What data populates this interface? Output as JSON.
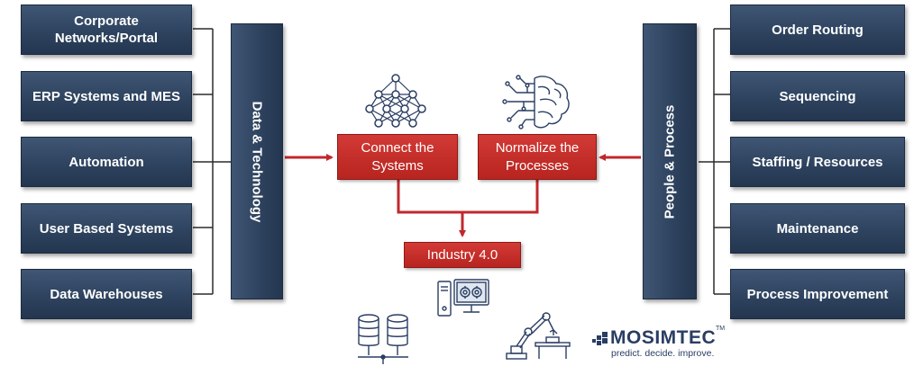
{
  "left_boxes": [
    "Corporate Networks/Portal",
    "ERP Systems and MES",
    "Automation",
    "User Based Systems",
    "Data Warehouses"
  ],
  "right_boxes": [
    "Order Routing",
    "Sequencing",
    "Staffing / Resources",
    "Maintenance",
    "Process Improvement"
  ],
  "left_bar_label": "Data & Technology",
  "right_bar_label": "People & Process",
  "connect_label": "Connect the Systems",
  "normalize_label": "Normalize the Processes",
  "industry_label": "Industry 4.0",
  "logo": {
    "name": "MOSIMTEC",
    "tagline": "predict. decide. improve.",
    "tm": "TM"
  },
  "colors": {
    "navy": "#2e435f",
    "red": "#c0282c",
    "icon_line": "#2a3d63"
  },
  "icons": [
    "neural-network-icon",
    "brain-circuit-icon",
    "computer-gears-icon",
    "database-network-icon",
    "robot-arm-icon"
  ]
}
